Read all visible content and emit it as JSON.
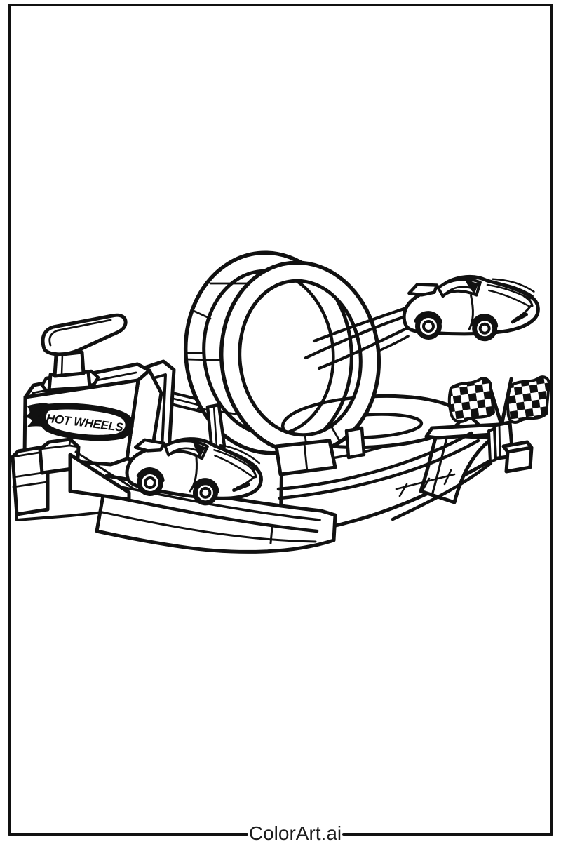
{
  "page": {
    "background_color": "#ffffff",
    "ink_color": "#111111",
    "frame": {
      "style": "thin black rectangular border"
    }
  },
  "artwork": {
    "description": "Hot Wheels race track coloring page: plunger launcher, vertical loop, launch track with race car, banked curve, jump ramp, crossed checkered flags and an airborne race car with speed lines",
    "logo_text": "HOT WHEELS",
    "elements": [
      "plunger-launcher",
      "hot-wheels-badge",
      "gate-tower",
      "vertical-loop",
      "loop-supports",
      "launch-track",
      "race-car-on-track",
      "banked-curve-track",
      "inner-oval-platform",
      "jump-ramp",
      "flag-stand",
      "checkered-flag-left",
      "checkered-flag-right",
      "airborne-race-car",
      "speed-lines"
    ]
  },
  "footer": {
    "brand": "ColorArt.ai"
  }
}
